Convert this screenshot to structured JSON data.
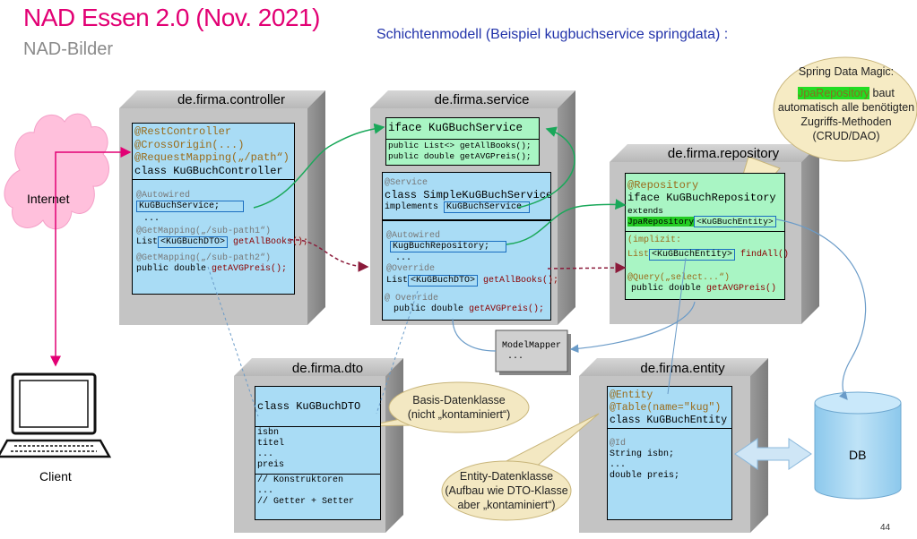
{
  "slide": {
    "title": "NAD Essen 2.0 (Nov. 2021)",
    "subtitle": "NAD-Bilder",
    "heading": "Schichtenmodell (Beispiel kugbuchservice springdata) :",
    "page_number": "44"
  },
  "actors": {
    "internet": "Internet",
    "client": "Client",
    "db": "DB"
  },
  "packages": {
    "controller": {
      "name": "de.firma.controller",
      "head": [
        "@RestController",
        "@CrossOrigin(...)",
        "@RequestMapping(„/path“)",
        "class KuGBuchController"
      ],
      "autowired": "@Autowired",
      "field": "KuGBuchService;",
      "dots": "...",
      "get1": "@GetMapping(„/sub-path1“)",
      "list": "List",
      "dto": "<KuGBuchDTO>",
      "getAllBooks": "getAllBooks();",
      "get2": "@GetMapping(„/sub-path2“)",
      "avg": "public double",
      "avgMethod": "getAVGPreis();"
    },
    "service": {
      "name": "de.firma.service",
      "iface": "iface KuGBuchService",
      "iface_m1": "public List<> getAllBooks();",
      "iface_m2": "public double getAVGPreis();",
      "service_ann": "@Service",
      "class": "class SimpleKuGBuchService",
      "implements": "implements",
      "impl_iface": "KuGBuchService",
      "autowired": "@Autowired",
      "repo_field": "KugBuchRepository;",
      "dots": "...",
      "override1": "@Override",
      "list": "List",
      "dto": "<KuGBuchDTO>",
      "getAllBooks": "getAllBooks();",
      "override2": "@ Override",
      "avg": "public double",
      "avgMethod": "getAVGPreis();"
    },
    "repository": {
      "name": "de.firma.repository",
      "ann": "@Repository",
      "iface": "iface KuGBuchRepository",
      "extends": "extends",
      "jpa": "JpaRepository",
      "entityref": "<KuGBuchEntity>",
      "implizit": "(implizit:",
      "list": "List",
      "entityref2": "<KuGBuchEntity>",
      "findAll": "findAll()",
      "query": "@Query(„select...“)",
      "avg": "public double",
      "avgMethod": "getAVGPreis()"
    },
    "dto": {
      "name": "de.firma.dto",
      "class": "class KuGBuchDTO",
      "fields": [
        "isbn",
        "titel",
        "...",
        "preis"
      ],
      "ctor": [
        "// Konstruktoren",
        "...",
        "// Getter + Setter"
      ]
    },
    "entity": {
      "name": "de.firma.entity",
      "head": [
        "@Entity",
        "@Table(name=\"kug\")",
        "class KuGBuchEntity"
      ],
      "id": "@Id",
      "body": [
        "String isbn;",
        "  ...",
        "double preis;"
      ]
    },
    "mapper": {
      "name": "ModelMapper",
      "dots": "..."
    }
  },
  "callouts": {
    "spring": {
      "lines": [
        "Spring Data Magic:"
      ],
      "jpa": "JpaRepository",
      "rest": [
        " baut",
        "automatisch alle benötigten",
        "Zugriffs-Methoden",
        "(CRUD/DAO)"
      ]
    },
    "basis": [
      "Basis-Datenklasse",
      "(nicht „kontaminiert“)"
    ],
    "entity": [
      "Entity-Datenklasse",
      "(Aufbau wie DTO-Klasse",
      "aber „kontaminiert“)"
    ]
  },
  "colors": {
    "magenta": "#e20074",
    "blue_box": "#a9dcf5",
    "green_box": "#a9f5c4",
    "cube": "#c8c8c8",
    "arrow_green": "#1aa85a",
    "arrow_red": "#8b1a3a",
    "arrow_blue": "#6a9bc8"
  }
}
